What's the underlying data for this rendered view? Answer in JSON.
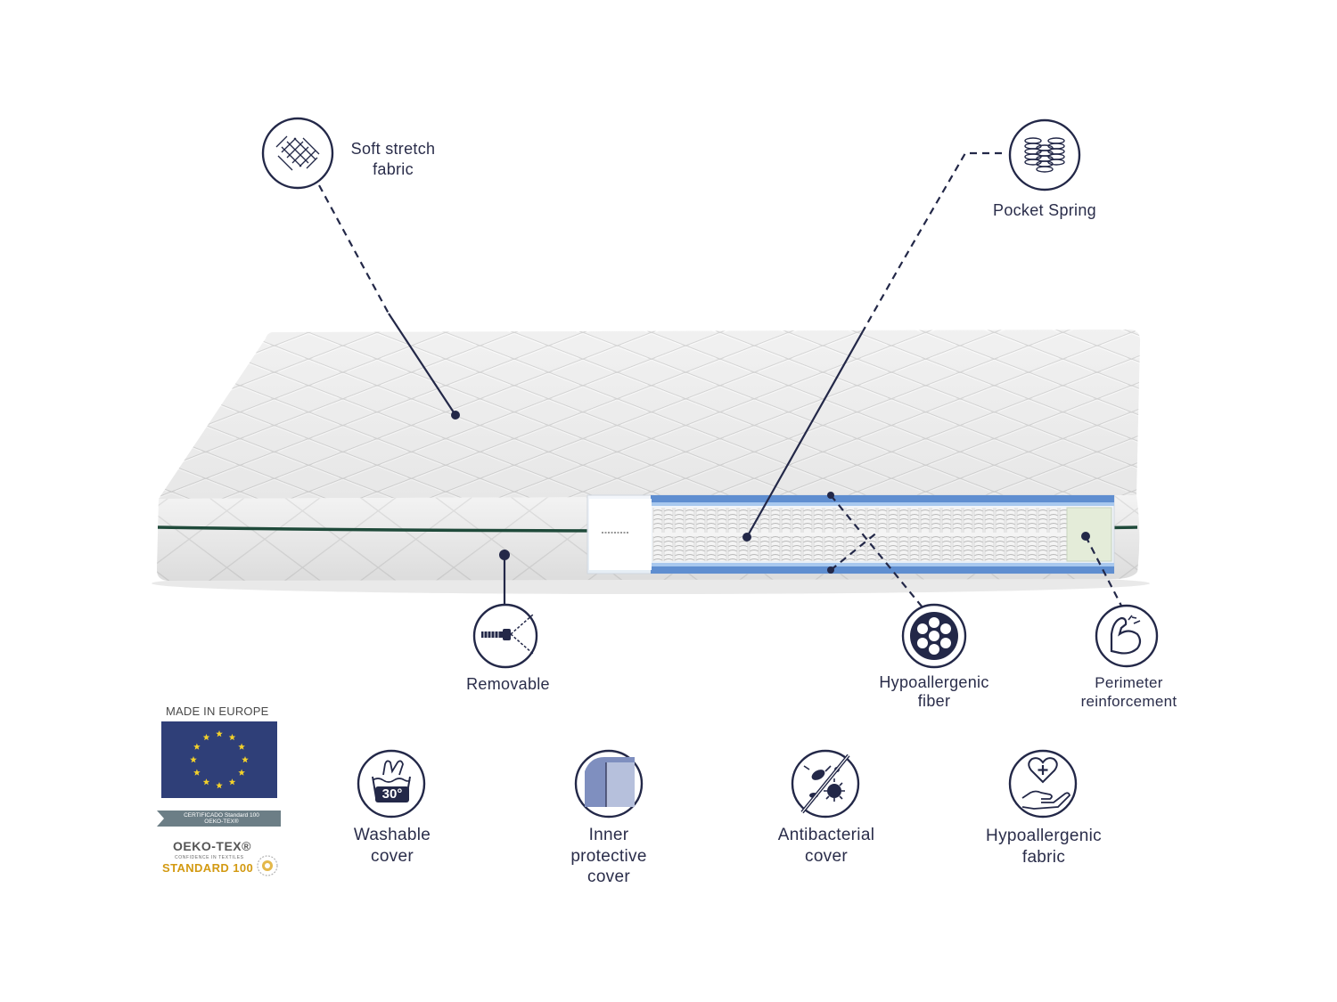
{
  "callouts": {
    "soft_stretch": [
      "Soft stretch",
      "fabric"
    ],
    "pocket_spring": [
      "Pocket Spring"
    ],
    "removable": [
      "Removable"
    ],
    "hypo_fiber": [
      "Hypoallergenic",
      "fiber"
    ],
    "perimeter": [
      "Perimeter",
      "reinforcement"
    ]
  },
  "features": [
    {
      "lines": [
        "Washable",
        "cover"
      ],
      "icon": "washable-30-icon"
    },
    {
      "lines": [
        "Inner",
        "protective",
        "cover"
      ],
      "icon": "inner-cover-icon"
    },
    {
      "lines": [
        "Antibacterial",
        "cover"
      ],
      "icon": "antibacterial-icon"
    },
    {
      "lines": [
        "Hypoallergenic",
        "fabric"
      ],
      "icon": "hand-heart-icon"
    }
  ],
  "badges": {
    "made_in_europe": "MADE IN EUROPE",
    "certificado": "CERTIFICADO Standard 100",
    "certificado_sub": "OEKO-TEX®",
    "oeko_title": "OEKO-TEX®",
    "oeko_tagline": "CONFIDENCE IN TEXTILES",
    "oeko_standard": "STANDARD 100"
  },
  "wash_temp": "30°",
  "colors": {
    "navy": "#232848",
    "piping": "#1f4a3a",
    "eu_blue": "#2f3f78",
    "eu_star": "#f3d12a",
    "oeko_gold": "#d39a12"
  }
}
